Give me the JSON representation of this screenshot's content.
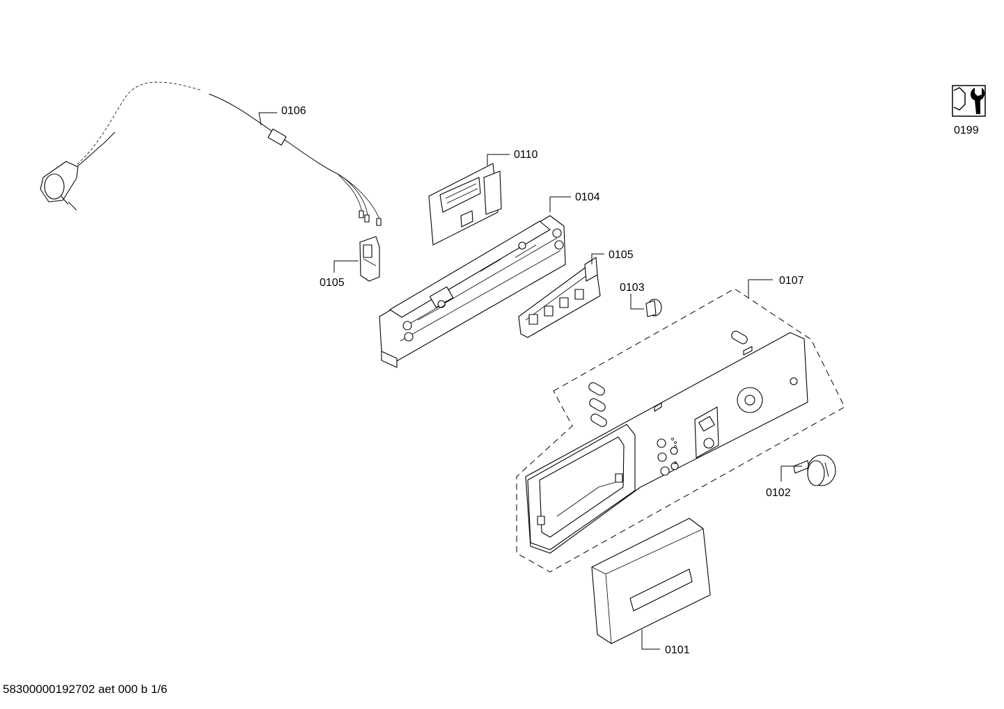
{
  "labels": {
    "p0106": "0106",
    "p0110": "0110",
    "p0104": "0104",
    "p0105a": "0105",
    "p0105b": "0105",
    "p0103": "0103",
    "p0107": "0107",
    "p0102": "0102",
    "p0101": "0101",
    "p0199": "0199"
  },
  "footer": "58300000192702 aet 000 b 1/6",
  "icons": {
    "service": "wrench-icon"
  }
}
